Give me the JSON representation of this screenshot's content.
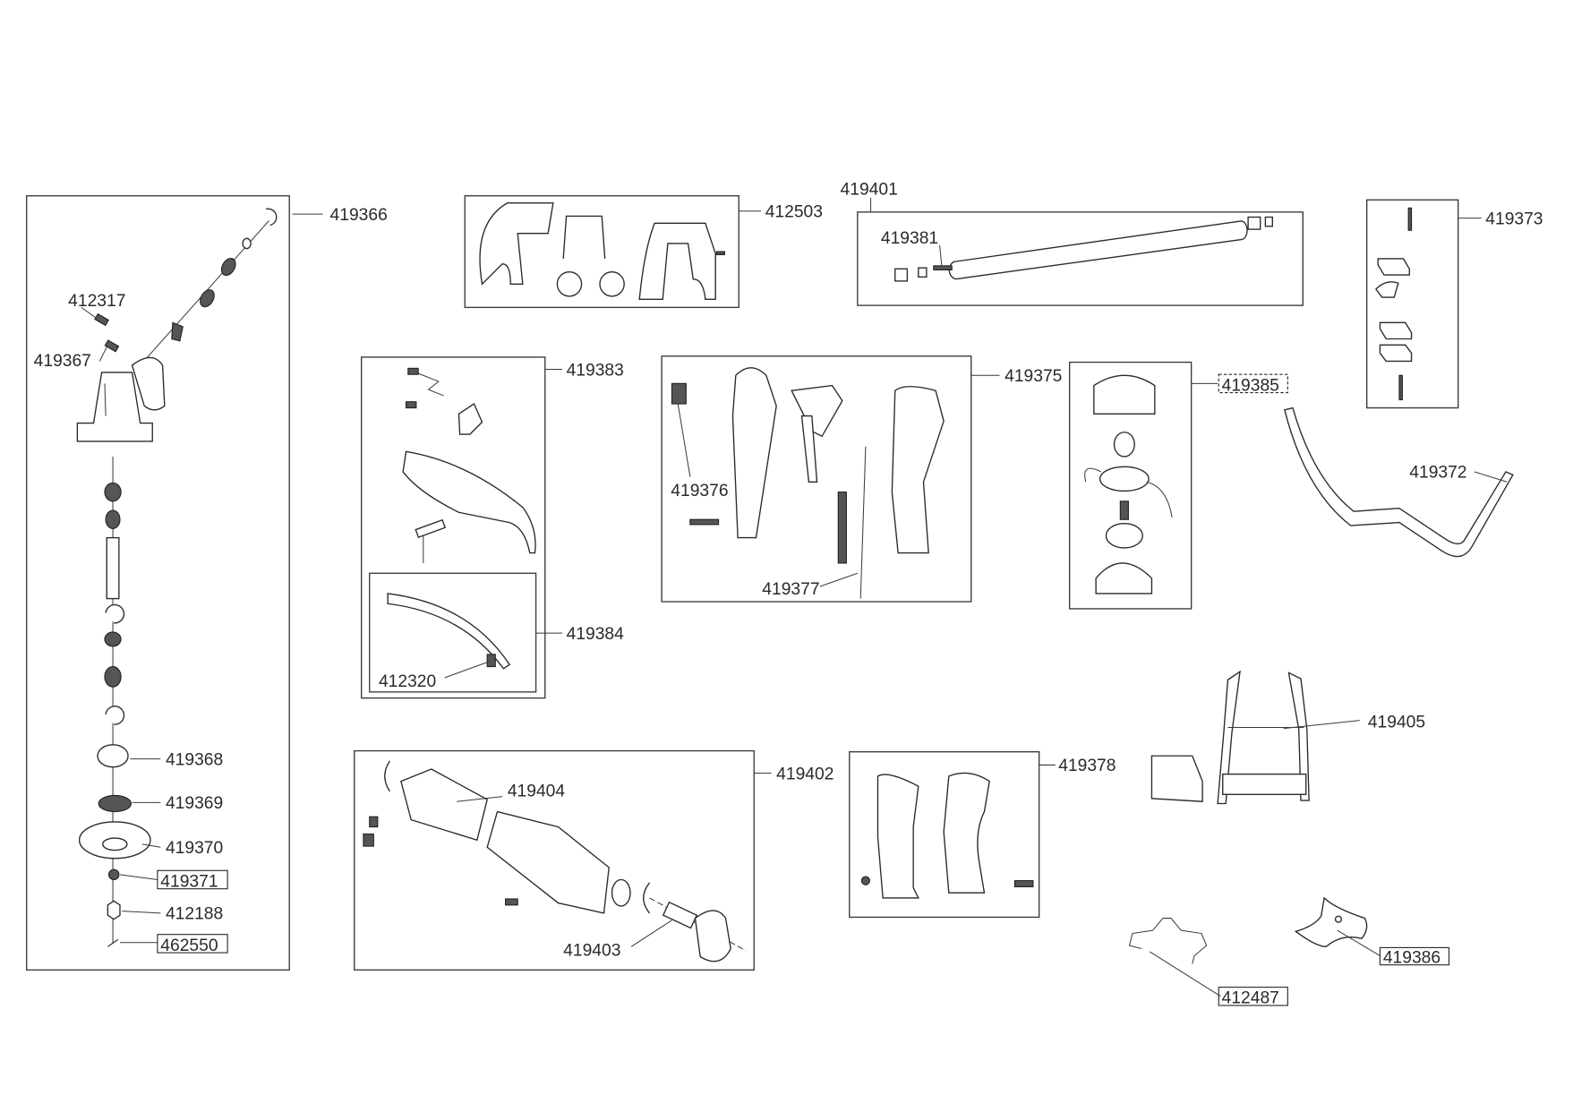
{
  "diagram": {
    "groups": {
      "gear_head": "419366",
      "handle_clamp": "412503",
      "shaft": "419401",
      "handle_clamp_set": "419373",
      "guard": "419383",
      "guard_insert": "419384",
      "main_handle": "419375",
      "trimmer_head": "419385",
      "coupler": "419402",
      "rear_handle": "419378"
    },
    "parts": {
      "screw_a": "412317",
      "screw_b": "419367",
      "drive_cable": "419381",
      "blade_holder": "419368",
      "bearing": "419369",
      "cover_plate": "419370",
      "washer": "419371",
      "nut": "412188",
      "cotter_pin": "462550",
      "cutter_blade": "412320",
      "switch": "419376",
      "throttle_cable": "419377",
      "bike_handle": "419372",
      "clutch_housing": "419404",
      "clutch_drum": "419403",
      "harness": "419405",
      "blade_3_tooth": "419386",
      "blade_guard_bracket": "412487"
    }
  }
}
